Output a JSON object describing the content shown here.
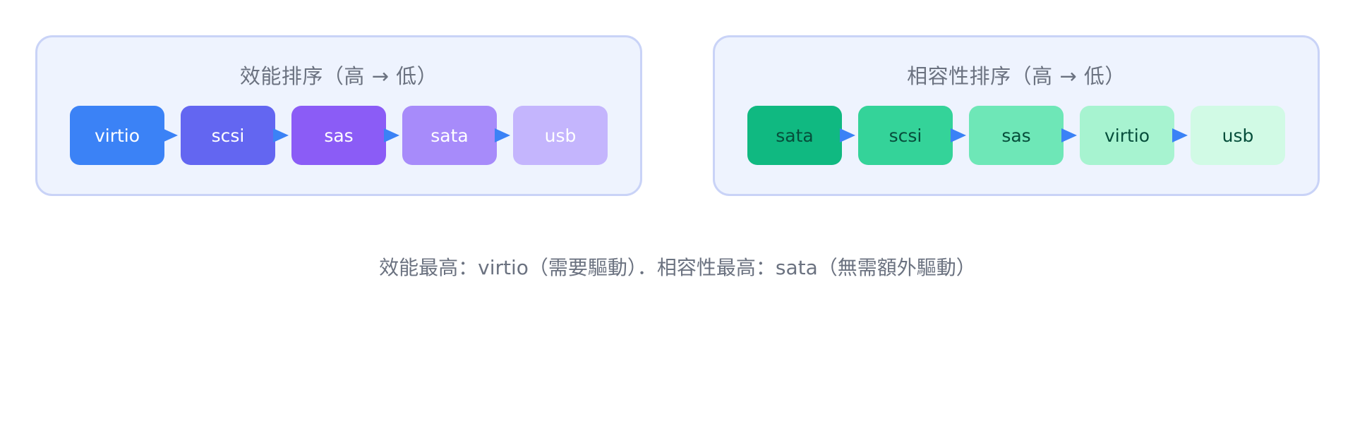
{
  "diagram": {
    "performance": {
      "title": "效能排序（高 → 低）",
      "nodes": [
        {
          "label": "virtio",
          "color": "#3b82f6",
          "text_color": "#ffffff"
        },
        {
          "label": "scsi",
          "color": "#6366f1",
          "text_color": "#ffffff"
        },
        {
          "label": "sas",
          "color": "#8b5cf6",
          "text_color": "#ffffff"
        },
        {
          "label": "sata",
          "color": "#a78bfa",
          "text_color": "#ffffff"
        },
        {
          "label": "usb",
          "color": "#c4b5fd",
          "text_color": "#ffffff"
        }
      ]
    },
    "compatibility": {
      "title": "相容性排序（高 → 低）",
      "nodes": [
        {
          "label": "sata",
          "color": "#10b981",
          "text_color": "#064e3b"
        },
        {
          "label": "scsi",
          "color": "#34d399",
          "text_color": "#064e3b"
        },
        {
          "label": "sas",
          "color": "#6ee7b7",
          "text_color": "#064e3b"
        },
        {
          "label": "virtio",
          "color": "#a7f3d0",
          "text_color": "#064e3b"
        },
        {
          "label": "usb",
          "color": "#d1fae5",
          "text_color": "#064e3b"
        }
      ]
    },
    "arrow_color": "#3b82f6",
    "panel_background": "#eef3fe",
    "panel_border": "#c9d3f7"
  },
  "footnote": "效能最高：virtio（需要驅動）．相容性最高：sata（無需額外驅動）"
}
